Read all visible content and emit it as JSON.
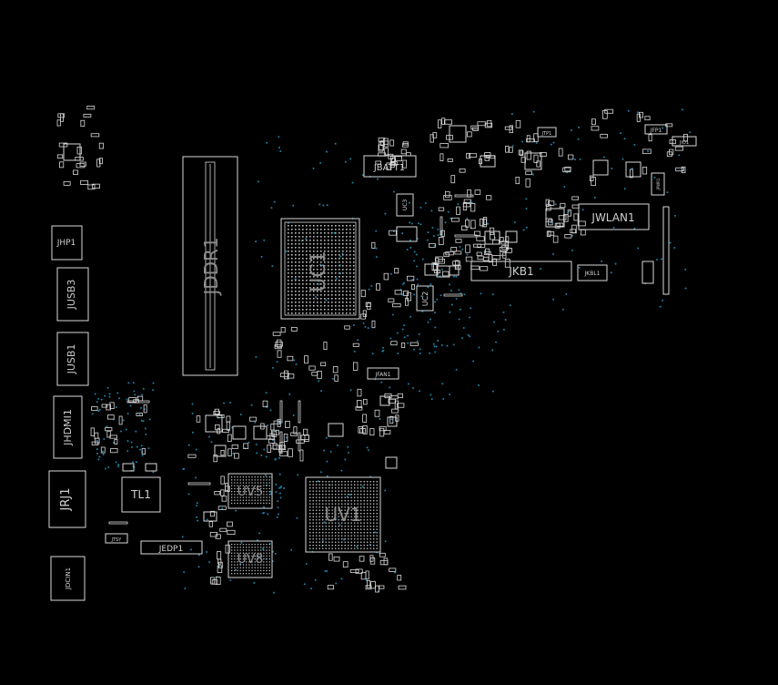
{
  "board": {
    "background": "#000000",
    "outline_color": "#d8d8d8",
    "via_color": "#1e7fa6"
  },
  "components": {
    "jddr1": "JDDR1",
    "uc1": "UC1",
    "uv1": "UV1",
    "uv5": "UV5",
    "uv8": "UV8",
    "tl1": "TL1",
    "jbatt1": "JBATT1",
    "jwlan1": "JWLAN1",
    "jkb1": "JKB1",
    "jkbl1": "JKBL1",
    "jhp1": "JHP1",
    "jusb3": "JUSB3",
    "jusb1": "JUSB1",
    "jhdmi1": "JHDMI1",
    "jrj1": "JRJ1",
    "jdcin1": "JDCIN1",
    "jedp1": "JEDP1",
    "jfan1": "JFAN1",
    "jfp1": "JFP1",
    "uc2": "UC2",
    "jtp1": "JTP1",
    "jio1": "JIO1",
    "jpwr1": "JPWR1",
    "uc3": "UC3",
    "jtsy": "JTSY"
  }
}
